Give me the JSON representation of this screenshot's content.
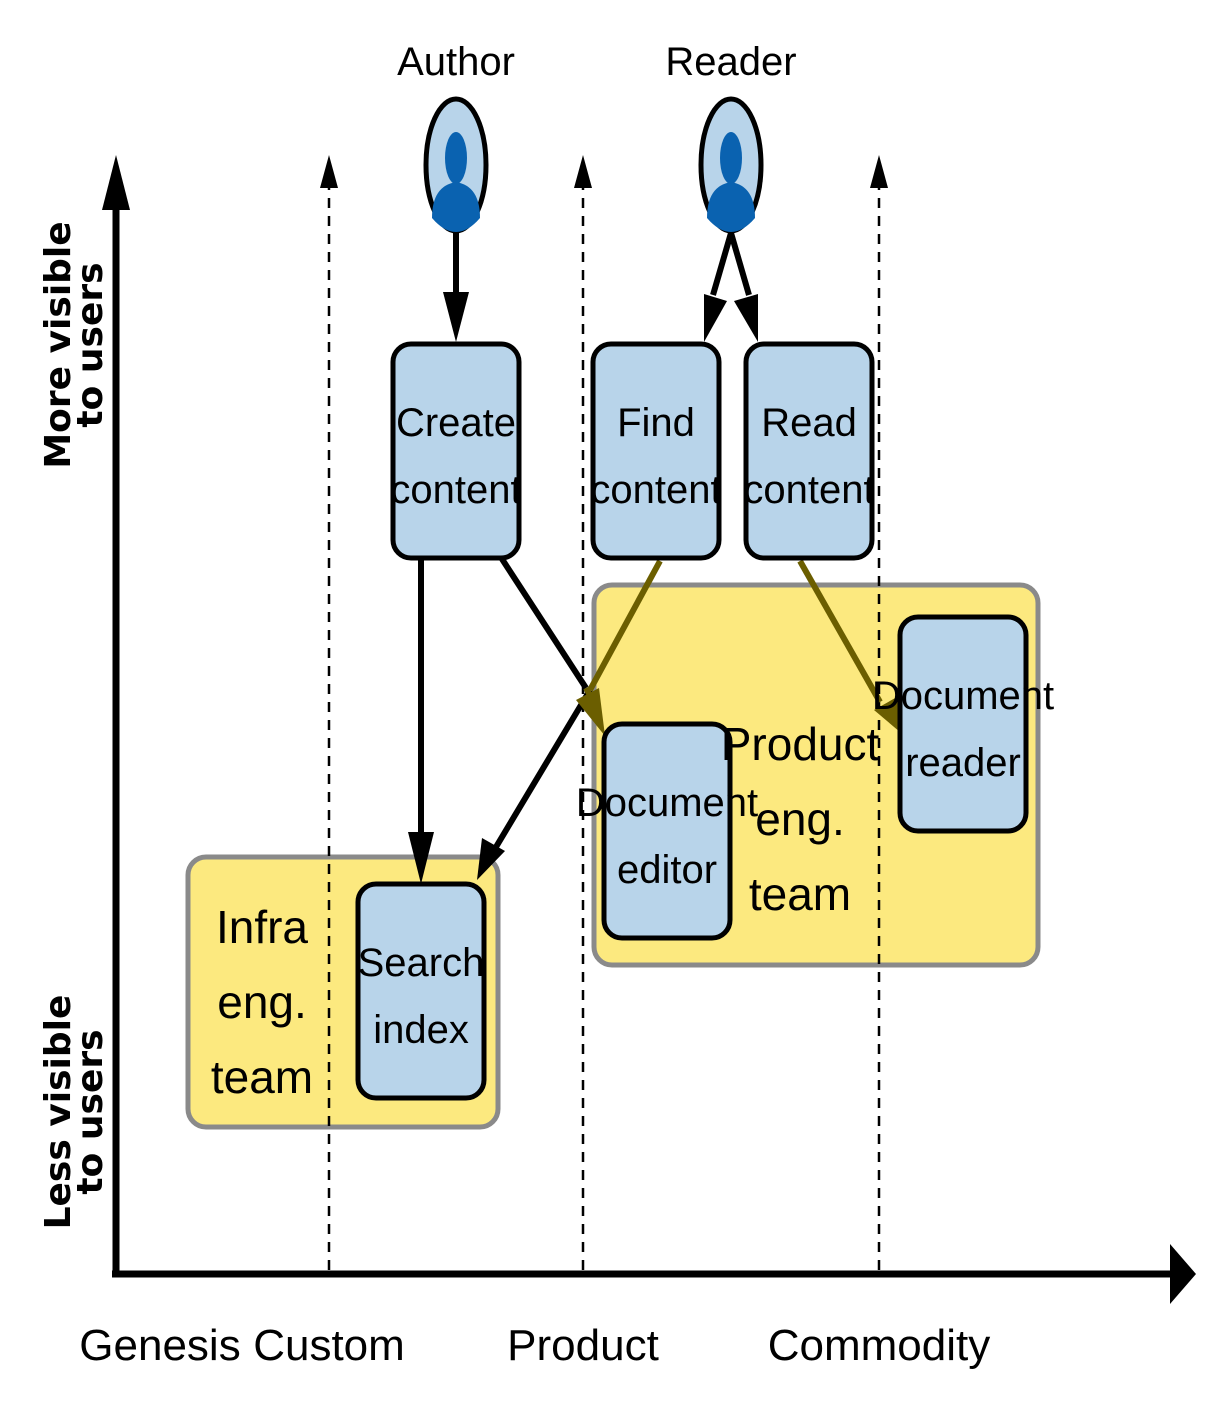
{
  "y_axis": {
    "top_label": [
      "More visible",
      "to users"
    ],
    "bottom_label": [
      "Less visible",
      "to users"
    ]
  },
  "x_axis": {
    "stages": [
      "Genesis",
      "Custom",
      "Product",
      "Commodity"
    ]
  },
  "actors": {
    "author": "Author",
    "reader": "Reader"
  },
  "nodes": {
    "create_content": [
      "Create",
      "content"
    ],
    "find_content": [
      "Find",
      "content"
    ],
    "read_content": [
      "Read",
      "content"
    ],
    "document_editor": [
      "Document",
      "editor"
    ],
    "document_reader": [
      "Document",
      "reader"
    ],
    "search_index": [
      "Search",
      "index"
    ]
  },
  "teams": {
    "infra": [
      "Infra",
      "eng.",
      "team"
    ],
    "product": [
      "Product",
      "eng.",
      "team"
    ]
  },
  "colors": {
    "node_fill": "#b8d4ea",
    "team_fill": "#fce97f",
    "team_border": "#8a8a8a",
    "actor_fill": "#b8d4ea",
    "actor_figure": "#0a62b0",
    "arrow_over_team": "#6b5e00"
  }
}
